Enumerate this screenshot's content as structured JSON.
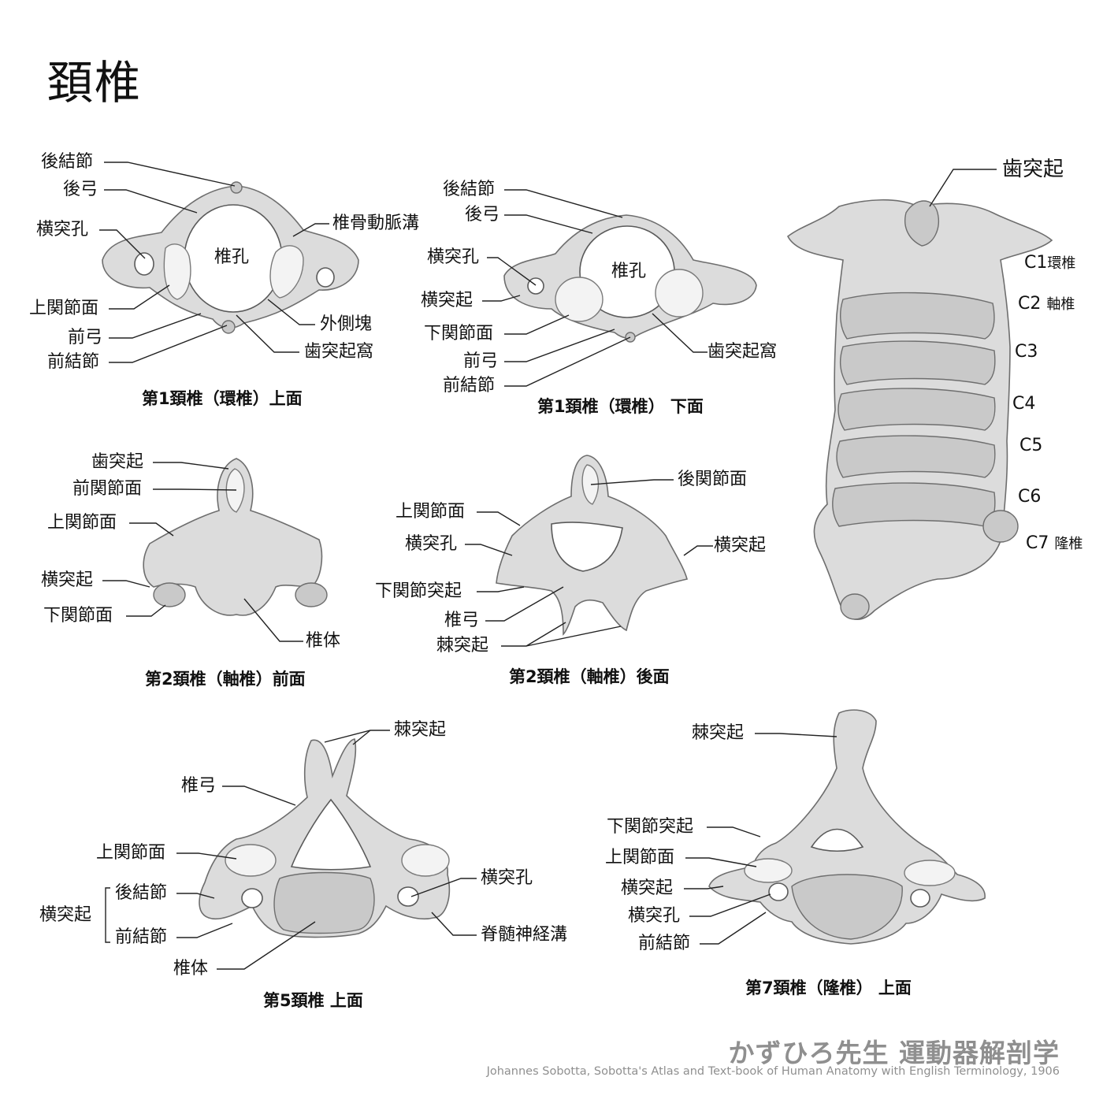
{
  "title": "頚椎",
  "figures": {
    "atlas_superior": {
      "caption": "第1頚椎（環椎）上面",
      "labels": {
        "posterior_tubercle": "後結節",
        "posterior_arch": "後弓",
        "transverse_foramen": "横突孔",
        "superior_articular_facet": "上関節面",
        "anterior_arch": "前弓",
        "anterior_tubercle": "前結節",
        "vertebral_foramen": "椎孔",
        "vertebral_artery_groove": "椎骨動脈溝",
        "lateral_mass": "外側塊",
        "facet_for_dens": "歯突起窩"
      }
    },
    "atlas_inferior": {
      "caption": "第1頚椎（環椎） 下面",
      "labels": {
        "posterior_tubercle": "後結節",
        "posterior_arch": "後弓",
        "transverse_foramen": "横突孔",
        "transverse_process": "横突起",
        "inferior_articular_facet": "下関節面",
        "anterior_arch": "前弓",
        "anterior_tubercle": "前結節",
        "vertebral_foramen": "椎孔",
        "facet_for_dens": "歯突起窩"
      }
    },
    "axis_anterior": {
      "caption": "第2頚椎（軸椎）前面",
      "labels": {
        "dens": "歯突起",
        "anterior_articular_facet": "前関節面",
        "superior_articular_facet": "上関節面",
        "transverse_process": "横突起",
        "inferior_articular_facet": "下関節面",
        "body": "椎体"
      }
    },
    "axis_posterior": {
      "caption": "第2頚椎（軸椎）後面",
      "labels": {
        "posterior_articular_facet": "後関節面",
        "superior_articular_facet": "上関節面",
        "transverse_foramen": "横突孔",
        "transverse_process": "横突起",
        "inferior_articular_process": "下関節突起",
        "vertebral_arch": "椎弓",
        "spinous_process": "棘突起"
      }
    },
    "c5_superior": {
      "caption": "第5頚椎 上面",
      "labels": {
        "spinous_process": "棘突起",
        "vertebral_arch": "椎弓",
        "superior_articular_facet": "上関節面",
        "transverse_process": "横突起",
        "posterior_tubercle": "後結節",
        "anterior_tubercle": "前結節",
        "body": "椎体",
        "transverse_foramen": "横突孔",
        "spinal_nerve_groove": "脊髄神経溝"
      }
    },
    "c7_superior": {
      "caption": "第7頚椎（隆椎） 上面",
      "labels": {
        "spinous_process": "棘突起",
        "inferior_articular_process": "下関節突起",
        "superior_articular_facet": "上関節面",
        "transverse_process": "横突起",
        "transverse_foramen": "横突孔",
        "anterior_tubercle": "前結節"
      }
    },
    "column": {
      "dens": "歯突起",
      "levels": [
        {
          "code": "C1",
          "name": "環椎"
        },
        {
          "code": "C2",
          "name": "軸椎"
        },
        {
          "code": "C3",
          "name": ""
        },
        {
          "code": "C4",
          "name": ""
        },
        {
          "code": "C5",
          "name": ""
        },
        {
          "code": "C6",
          "name": ""
        },
        {
          "code": "C7",
          "name": "隆椎"
        }
      ]
    }
  },
  "credit": {
    "main": "かずひろ先生 運動器解剖学",
    "sub": "Johannes Sobotta, Sobotta's Atlas and Text-book of Human Anatomy with English Terminology, 1906"
  }
}
